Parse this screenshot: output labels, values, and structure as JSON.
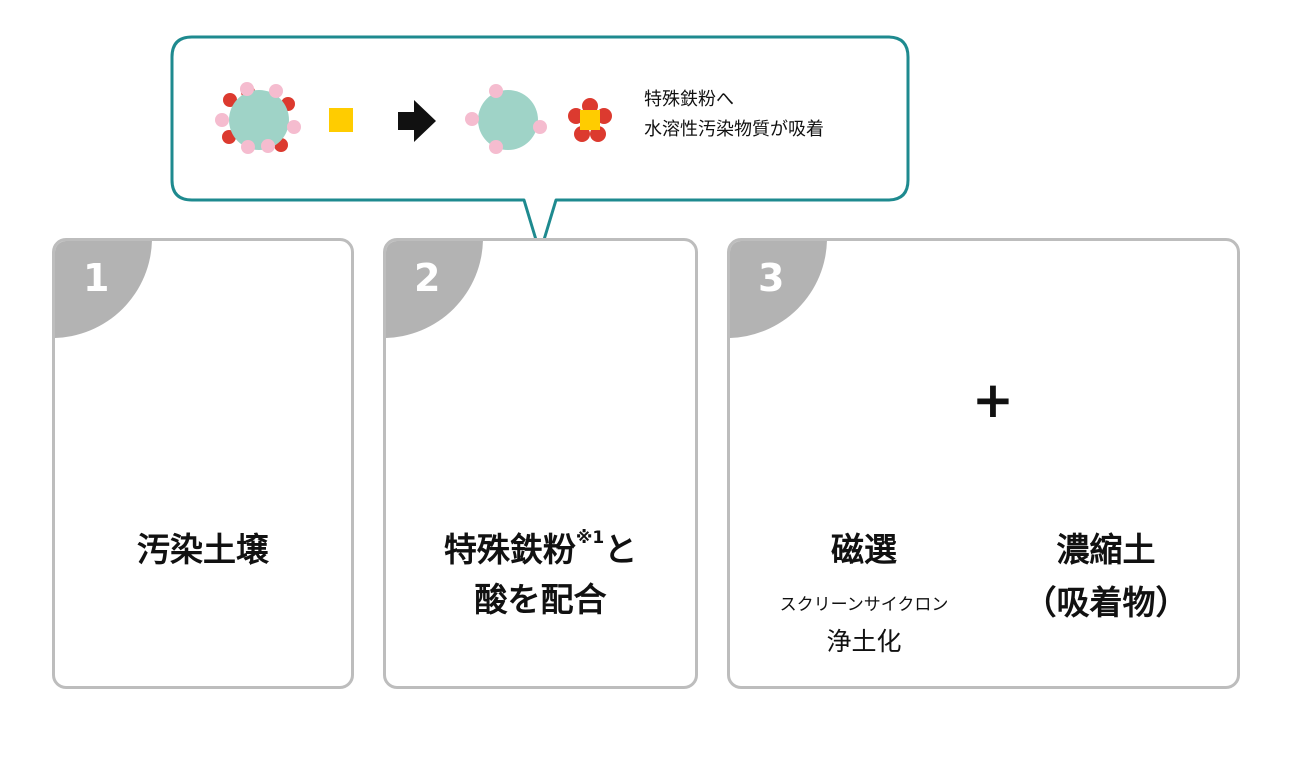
{
  "callout": {
    "line1": "特殊鉄粉へ",
    "line2": "水溶性汚染物質が吸着"
  },
  "steps": [
    {
      "number": "1",
      "label": "汚染土壌"
    },
    {
      "number": "2",
      "label_line1": "特殊鉄粉",
      "footnote": "※1",
      "label_line1_end": "と",
      "label_line2": "酸を配合"
    },
    {
      "number": "3",
      "left_title": "磁選",
      "left_sub": "スクリーンサイクロン",
      "left_result": "浄土化",
      "plus": "+",
      "right_title": "濃縮土",
      "right_sub": "（吸着物）"
    }
  ],
  "colors": {
    "panel_border": "#bdbdbd",
    "tab": "#b3b3b3",
    "callout_border": "#1e8a8f",
    "teal_particle": "#9fd3c7",
    "pink_particle": "#f5bccf",
    "red_particle": "#dc3a2f",
    "yellow_iron": "#ffcc00"
  }
}
